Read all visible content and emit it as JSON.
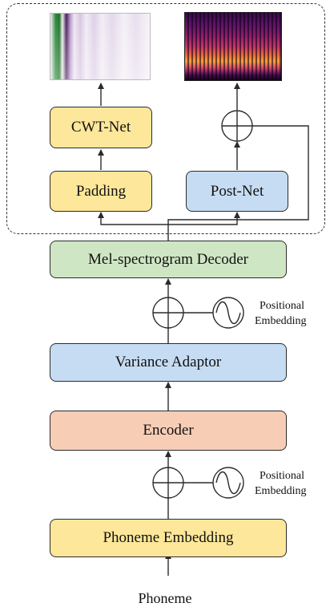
{
  "diagram": {
    "boxes": {
      "cwt_net": "CWT-Net",
      "padding": "Padding",
      "post_net": "Post-Net",
      "mel_decoder": "Mel-spectrogram Decoder",
      "variance_adaptor": "Variance Adaptor",
      "encoder": "Encoder",
      "phoneme_embedding": "Phoneme Embedding"
    },
    "positional_top": {
      "line1": "Positional",
      "line2": "Embedding"
    },
    "positional_bottom": {
      "line1": "Positional",
      "line2": "Embedding"
    },
    "input_label": "Phoneme",
    "images": {
      "left": "cwt-spectrogram-image",
      "right": "mel-spectrogram-image"
    },
    "colors": {
      "yellow": "#fde79a",
      "blue": "#c6dcf2",
      "green": "#cfe6c4",
      "salmon": "#f8cdb6",
      "stroke": "#2b2b2b"
    }
  }
}
